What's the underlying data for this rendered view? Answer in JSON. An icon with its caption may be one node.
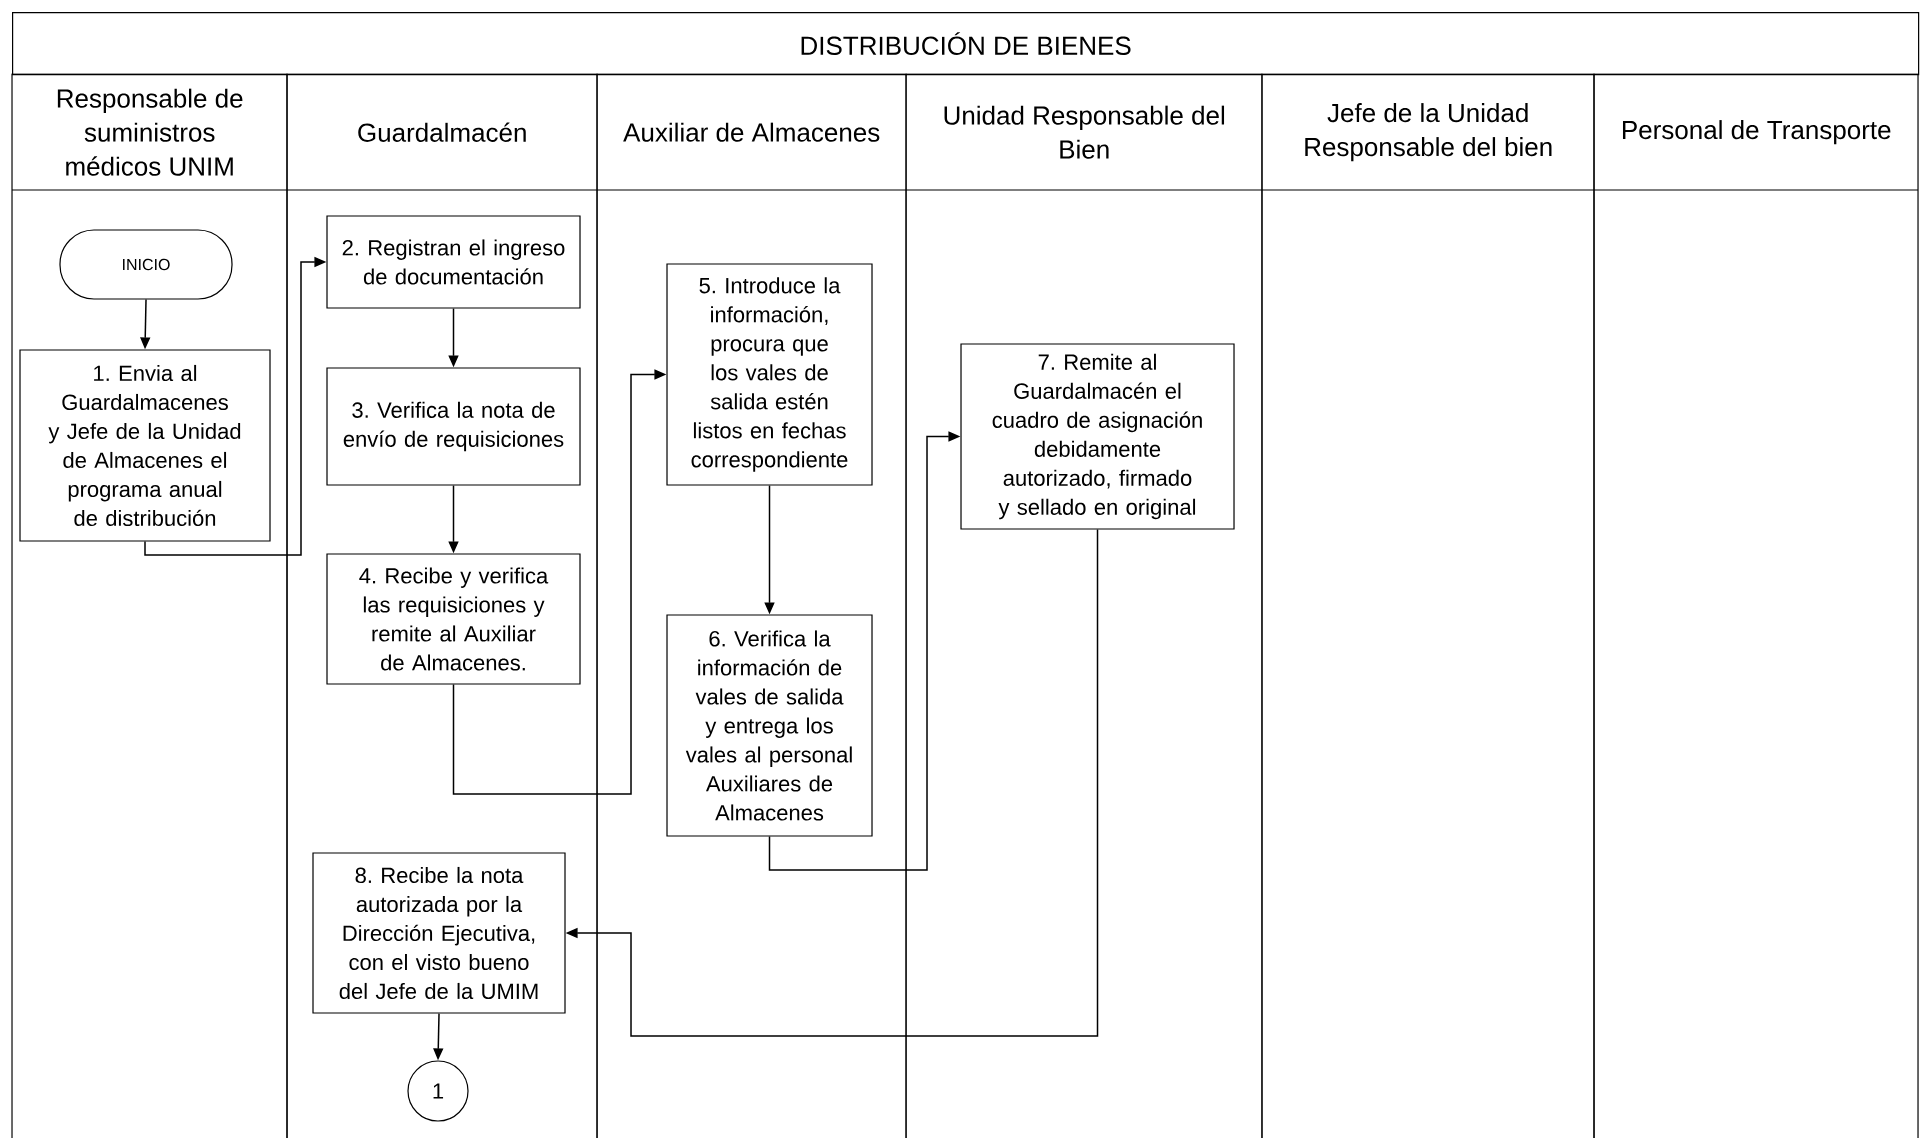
{
  "diagram": {
    "title": "DISTRIBUCIÓN DE BIENES",
    "nodes": [
      {
        "text": [
          "Responsable de suministros médicos UNIM"
        ]
      },
      {
        "text": [
          "Guardalmacén"
        ]
      },
      {
        "text": [
          "Auxiliar de Almacenes"
        ]
      },
      {
        "text": [
          "Unidad Responsable del Bien"
        ]
      },
      {
        "text": [
          "Jefe de la Unidad Responsable del bien"
        ]
      },
      {
        "text": [
          "Personal de Transporte"
        ]
      },
      {
        "text": [
          "INICIO"
        ],
        "in": 0
      },
      {
        "text": [
          "1. Envia al Guardalmacenes y Jefe de la Unidad de Almacenes el programa anual de distribución"
        ],
        "in": 0
      },
      {
        "text": [
          "2. Registran el ingreso de documentación"
        ],
        "in": 1
      },
      {
        "text": [
          "3. Verifica la nota de envío de requisiciones"
        ],
        "in": 1
      },
      {
        "text": [
          "4. Recibe y verifica las requisiciones y remite al Auxiliar de Almacenes."
        ],
        "in": 1
      },
      {
        "text": [
          "5. Introduce la información, procura que los vales de salida estén listos en fechas correspondiente"
        ],
        "in": 2
      },
      {
        "text": [
          "6. Verifica  la información de vales de salida y entrega los vales al personal Auxiliares de Almacenes"
        ],
        "in": 2
      },
      {
        "text": [
          "7. Remite al Guardalmacén el cuadro de asignación debidamente autorizado, firmado y sellado en original"
        ],
        "in": 3
      },
      {
        "text": [
          "8. Recibe la nota autorizada por la Dirección Ejecutiva, con el visto bueno del Jefe de la UMIM"
        ],
        "in": 1
      },
      {
        "text": [
          "1"
        ],
        "in": 1
      }
    ],
    "edges": [
      {
        "from": 6,
        "to": 7,
        "arrow": "to"
      },
      {
        "from": 7,
        "to": 8,
        "arrow": "to"
      },
      {
        "from": 8,
        "to": 9,
        "arrow": "to"
      },
      {
        "from": 9,
        "to": 10,
        "arrow": "to"
      },
      {
        "from": 10,
        "to": 11,
        "arrow": "to"
      },
      {
        "from": 11,
        "to": 12,
        "arrow": "to"
      },
      {
        "from": 12,
        "to": 13,
        "arrow": "to"
      },
      {
        "from": 13,
        "to": 14,
        "arrow": "to"
      },
      {
        "from": 14,
        "to": 15,
        "arrow": "to"
      }
    ]
  }
}
